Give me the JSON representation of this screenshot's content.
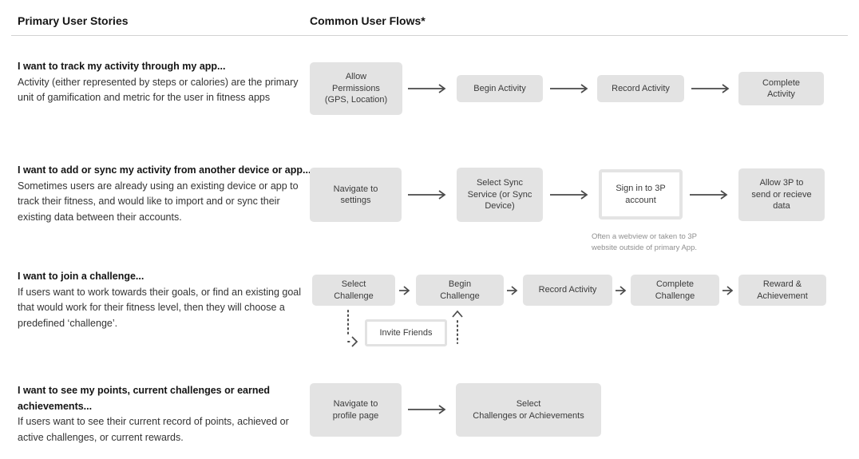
{
  "header": {
    "left": "Primary User Stories",
    "right": "Common User Flows*"
  },
  "stories": [
    {
      "title": "I want to track my activity through my app...",
      "body": "Activity (either represented by steps or calories) are the primary unit of gamification and metric for the user in fitness apps"
    },
    {
      "title": "I want to add or sync my activity from another device or app...",
      "body": "Sometimes users are already using an existing device or app to track their fitness, and would like to import and or sync their existing data between their accounts."
    },
    {
      "title": "I want to join a challenge...",
      "body": "If users want to work towards their goals, or find an existing goal that would work for their fitness level, then they will choose a predefined ‘challenge’."
    },
    {
      "title": "I want to see my points, current challenges or earned achievements...",
      "body": "If users want to see their current record of points, achieved or active challenges, or current rewards."
    }
  ],
  "flows": [
    {
      "steps": [
        "Allow\nPermissions\n(GPS, Location)",
        "Begin Activity",
        "Record Activity",
        "Complete\nActivity"
      ]
    },
    {
      "steps": [
        "Navigate to\nsettings",
        "Select Sync\nService (or Sync\nDevice)",
        "Sign in to 3P\naccount",
        "Allow 3P to\nsend or recieve\ndata"
      ],
      "note": "Often a webview or taken to 3P\nwebsite outside of primary App."
    },
    {
      "steps": [
        "Select\nChallenge",
        "Begin\nChallenge",
        "Record Activity",
        "Complete\nChallenge",
        "Reward &\nAchievement"
      ],
      "branch": "Invite Friends"
    },
    {
      "steps": [
        "Navigate to\nprofile page",
        "Select\nChallenges or Achievements"
      ]
    }
  ],
  "colors": {
    "box_fill": "#e3e3e3",
    "box_text": "#3b3b3b",
    "highlight_box_bg": "#ffffff",
    "highlight_box_border": "#e4e4e4",
    "arrow": "#4a4a4a",
    "note_text": "#8f8f8f",
    "divider": "#d2d2d2"
  }
}
